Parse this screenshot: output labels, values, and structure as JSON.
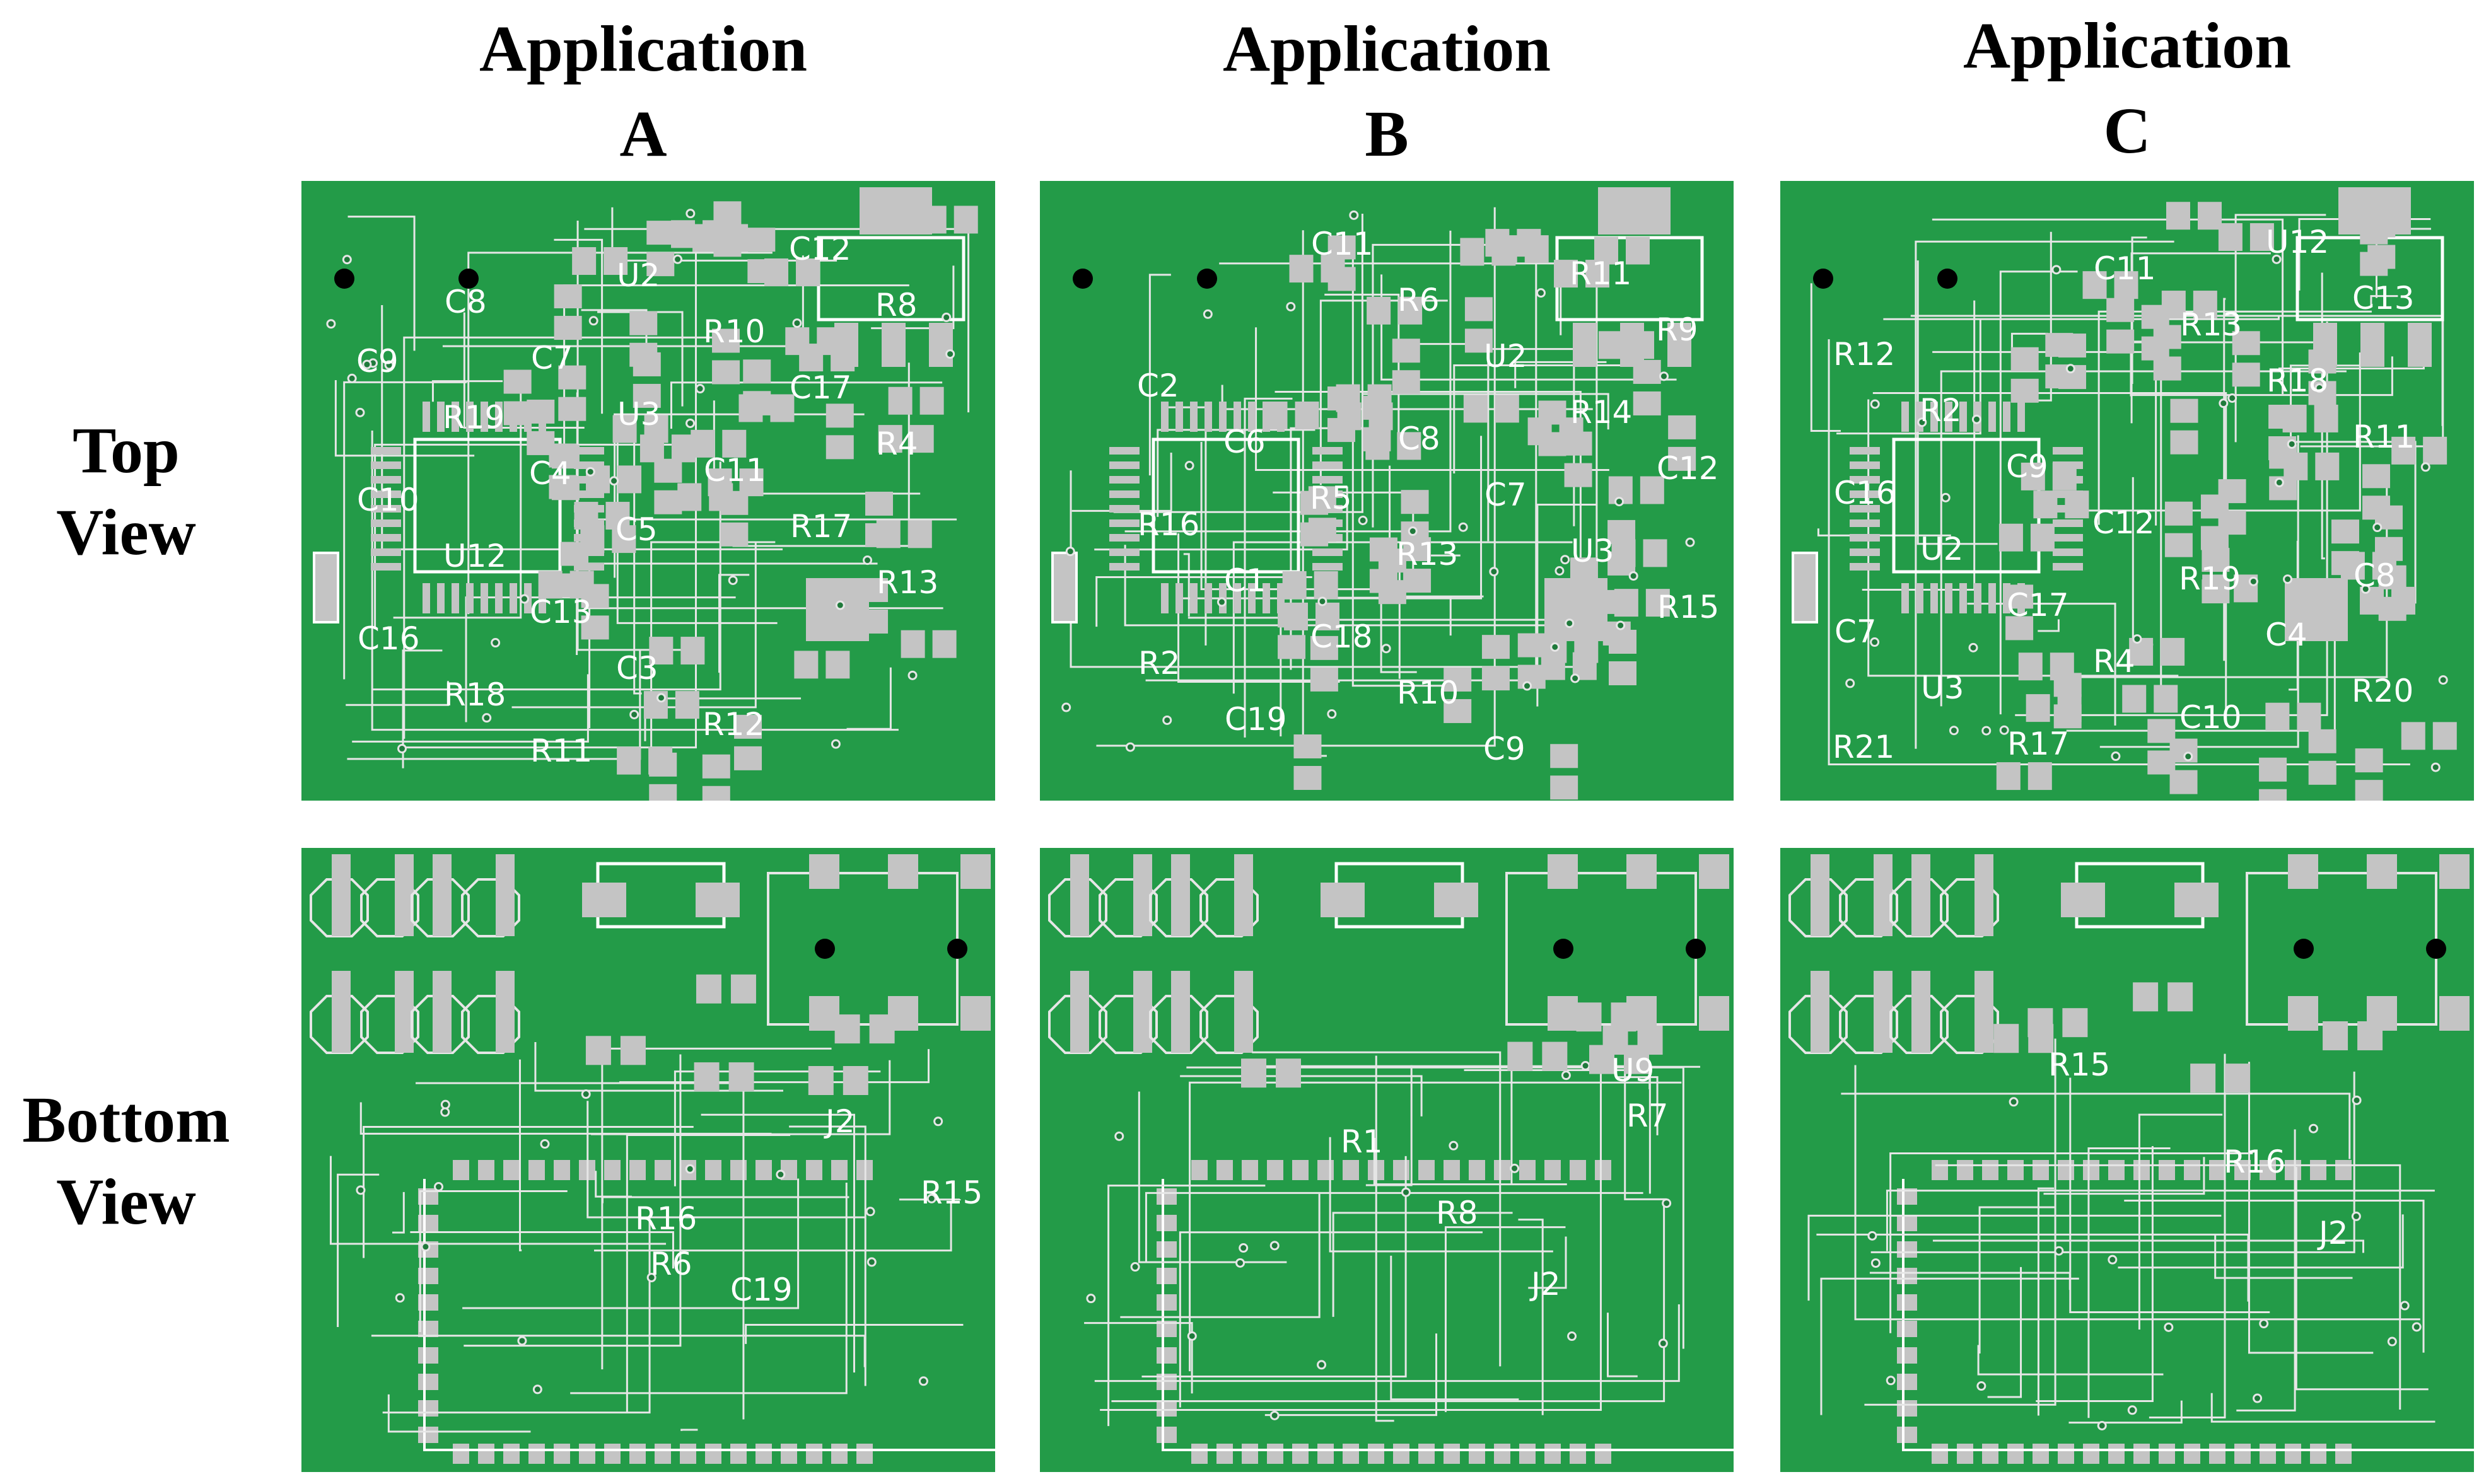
{
  "columns": [
    {
      "id": "A",
      "line1": "Application",
      "line2": "A"
    },
    {
      "id": "B",
      "line1": "Application",
      "line2": "B"
    },
    {
      "id": "C",
      "line1": "Application",
      "line2": "C"
    }
  ],
  "rows": [
    {
      "id": "top",
      "line1": "Top",
      "line2": "View"
    },
    {
      "id": "bottom",
      "line1": "Bottom",
      "line2": "View"
    }
  ],
  "colors": {
    "pcb": "#239b48",
    "pad": "#c4c4c4",
    "trace": "#e6e6e6",
    "silk": "#ffffff",
    "hole": "#000000"
  },
  "boards": {
    "A": {
      "top": [
        "C8",
        "C7",
        "U3",
        "C11",
        "R17",
        "R13",
        "C16",
        "R18",
        "R11",
        "U2",
        "R10",
        "C17",
        "R4",
        "C10",
        "U12",
        "C13",
        "C3",
        "R12",
        "C12",
        "R8",
        "C9",
        "R19",
        "C4",
        "C5"
      ],
      "bottom": [
        "R16",
        "C19",
        "J2",
        "R15",
        "R6"
      ]
    },
    "B": {
      "top": [
        "C8",
        "C7",
        "U3",
        "R15",
        "R2",
        "C19",
        "C11",
        "R6",
        "U2",
        "R14",
        "C12",
        "R16",
        "C1",
        "C18",
        "R10",
        "C9",
        "R11",
        "R9",
        "C2",
        "C6",
        "R5",
        "R13"
      ],
      "bottom": [
        "U9",
        "R1",
        "R8",
        "J2",
        "R7"
      ]
    },
    "C": {
      "top": [
        "C8",
        "C7",
        "U3",
        "R17",
        "C11",
        "R13",
        "R18",
        "R11",
        "C16",
        "U2",
        "C17",
        "R4",
        "C10",
        "U12",
        "C13",
        "R12",
        "R2",
        "C9",
        "C12",
        "R19",
        "C4",
        "R20",
        "R21"
      ],
      "bottom": [
        "R16",
        "J2",
        "R15"
      ]
    }
  }
}
